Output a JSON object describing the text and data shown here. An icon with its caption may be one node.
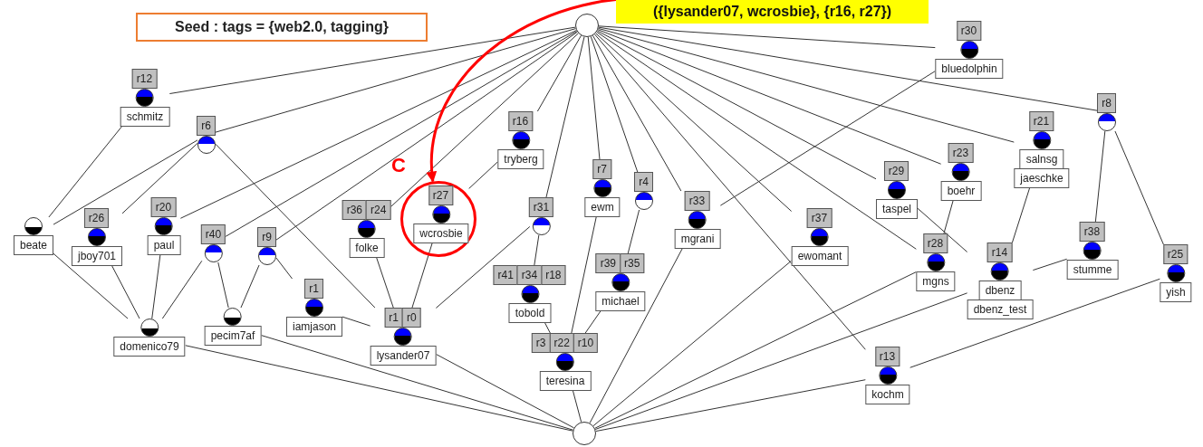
{
  "diagram": {
    "nodes": [
      {
        "text": [
          "Seed : tags = {web2.0, tagging}"
        ]
      },
      {
        "text": [],
        "shape": "circle"
      },
      {
        "text": [
          "({lysander07, wcrosbie}, {r16, r27})"
        ]
      },
      {
        "text": [
          "r30",
          "bluedolphin"
        ]
      },
      {
        "text": [
          "r12",
          "schmitz"
        ]
      },
      {
        "text": [
          "r6"
        ]
      },
      {
        "text": [
          "r16",
          "tryberg"
        ]
      },
      {
        "text": [
          "r8"
        ]
      },
      {
        "text": [
          "r29",
          "taspel"
        ]
      },
      {
        "text": [
          "r23",
          "boehr"
        ]
      },
      {
        "text": [
          "r21",
          "salnsg",
          "jaeschke"
        ]
      },
      {
        "text": [
          "r7",
          "ewm"
        ]
      },
      {
        "text": [],
        "shape": "circle",
        "beside": [
          "C"
        ]
      },
      {
        "text": [
          "r27",
          "wcrosbie"
        ],
        "in": 12
      },
      {
        "text": [
          "r4"
        ]
      },
      {
        "text": [
          "r31"
        ]
      },
      {
        "text": [
          "r37",
          "ewomant"
        ]
      },
      {
        "text": [
          "r33",
          "mgrani"
        ]
      },
      {
        "text": [
          "r36",
          "r24",
          "folke"
        ]
      },
      {
        "text": [
          "r20",
          "paul"
        ]
      },
      {
        "text": [
          "r26",
          "jboy701"
        ]
      },
      {
        "text": [
          "beate"
        ]
      },
      {
        "text": [
          "r40"
        ]
      },
      {
        "text": [
          "r9"
        ]
      },
      {
        "text": [
          "r28",
          "mgns"
        ]
      },
      {
        "text": [
          "r14",
          "dbenz",
          "dbenz_test"
        ]
      },
      {
        "text": [
          "r38",
          "stumme"
        ]
      },
      {
        "text": [
          "r41",
          "r34",
          "r18",
          "tobold"
        ]
      },
      {
        "text": [
          "r39",
          "r35",
          "michael"
        ]
      },
      {
        "text": [
          "r25",
          "yish"
        ]
      },
      {
        "text": [
          "r1",
          "iamjason"
        ]
      },
      {
        "text": [
          "domenico79"
        ]
      },
      {
        "text": [
          "pecim7af"
        ]
      },
      {
        "text": [
          "r1",
          "r0",
          "lysander07"
        ]
      },
      {
        "text": [
          "r3",
          "r22",
          "r10",
          "teresina"
        ]
      },
      {
        "text": [
          "r13",
          "kochm"
        ]
      },
      {
        "text": [],
        "shape": "circle"
      }
    ],
    "edges": [
      {
        "from": 1,
        "to": 4,
        "arrow": "none"
      },
      {
        "from": 1,
        "to": 5,
        "arrow": "none"
      },
      {
        "from": 1,
        "to": 3,
        "arrow": "none"
      },
      {
        "from": 1,
        "to": 6,
        "arrow": "none"
      },
      {
        "from": 1,
        "to": 15,
        "arrow": "none"
      },
      {
        "from": 1,
        "to": 11,
        "arrow": "none"
      },
      {
        "from": 1,
        "to": 14,
        "arrow": "none"
      },
      {
        "from": 1,
        "to": 17,
        "arrow": "none"
      },
      {
        "from": 1,
        "to": 16,
        "arrow": "none"
      },
      {
        "from": 1,
        "to": 8,
        "arrow": "none"
      },
      {
        "from": 1,
        "to": 9,
        "arrow": "none"
      },
      {
        "from": 1,
        "to": 10,
        "arrow": "none"
      },
      {
        "from": 1,
        "to": 7,
        "arrow": "none"
      },
      {
        "from": 1,
        "to": 19,
        "arrow": "none"
      },
      {
        "from": 1,
        "to": 22,
        "arrow": "none"
      },
      {
        "from": 1,
        "to": 23,
        "arrow": "none"
      },
      {
        "from": 1,
        "to": 18,
        "arrow": "none"
      },
      {
        "from": 1,
        "to": 24,
        "arrow": "none"
      },
      {
        "from": 1,
        "to": 35,
        "arrow": "none"
      },
      {
        "from": 4,
        "to": 21,
        "arrow": "none"
      },
      {
        "from": 5,
        "to": 21,
        "arrow": "none"
      },
      {
        "from": 5,
        "to": 20,
        "arrow": "none"
      },
      {
        "from": 5,
        "to": 33,
        "arrow": "none"
      },
      {
        "from": 3,
        "to": 17,
        "arrow": "none"
      },
      {
        "from": 6,
        "to": 13,
        "arrow": "none"
      },
      {
        "from": 13,
        "to": 33,
        "arrow": "none"
      },
      {
        "from": 15,
        "to": 33,
        "arrow": "none"
      },
      {
        "from": 15,
        "to": 27,
        "arrow": "none"
      },
      {
        "from": 11,
        "to": 34,
        "arrow": "none"
      },
      {
        "from": 14,
        "to": 28,
        "arrow": "none"
      },
      {
        "from": 8,
        "to": 25,
        "arrow": "none"
      },
      {
        "from": 7,
        "to": 26,
        "arrow": "none"
      },
      {
        "from": 7,
        "to": 29,
        "arrow": "none"
      },
      {
        "from": 21,
        "to": 31,
        "arrow": "none"
      },
      {
        "from": 20,
        "to": 31,
        "arrow": "none"
      },
      {
        "from": 19,
        "to": 31,
        "arrow": "none"
      },
      {
        "from": 22,
        "to": 31,
        "arrow": "none"
      },
      {
        "from": 22,
        "to": 32,
        "arrow": "none"
      },
      {
        "from": 23,
        "to": 32,
        "arrow": "none"
      },
      {
        "from": 23,
        "to": 30,
        "arrow": "none"
      },
      {
        "from": 18,
        "to": 33,
        "arrow": "none"
      },
      {
        "from": 30,
        "to": 33,
        "arrow": "none"
      },
      {
        "from": 27,
        "to": 34,
        "arrow": "none"
      },
      {
        "from": 28,
        "to": 34,
        "arrow": "none"
      },
      {
        "from": 9,
        "to": 24,
        "arrow": "none"
      },
      {
        "from": 31,
        "to": 36,
        "arrow": "none"
      },
      {
        "from": 32,
        "to": 36,
        "arrow": "none"
      },
      {
        "from": 33,
        "to": 36,
        "arrow": "none"
      },
      {
        "from": 34,
        "to": 36,
        "arrow": "none"
      },
      {
        "from": 17,
        "to": 36,
        "arrow": "none"
      },
      {
        "from": 16,
        "to": 36,
        "arrow": "none"
      },
      {
        "from": 24,
        "to": 36,
        "arrow": "none"
      },
      {
        "from": 25,
        "to": 36,
        "arrow": "none"
      },
      {
        "from": 35,
        "to": 36,
        "arrow": "none"
      },
      {
        "from": 10,
        "to": 25,
        "arrow": "none"
      },
      {
        "from": 26,
        "to": 25,
        "arrow": "none"
      },
      {
        "from": 29,
        "to": 35,
        "arrow": "none"
      },
      {
        "from": 2,
        "to": 12,
        "arrow": "to",
        "style": "thick",
        "color": "#ff0000"
      }
    ]
  }
}
